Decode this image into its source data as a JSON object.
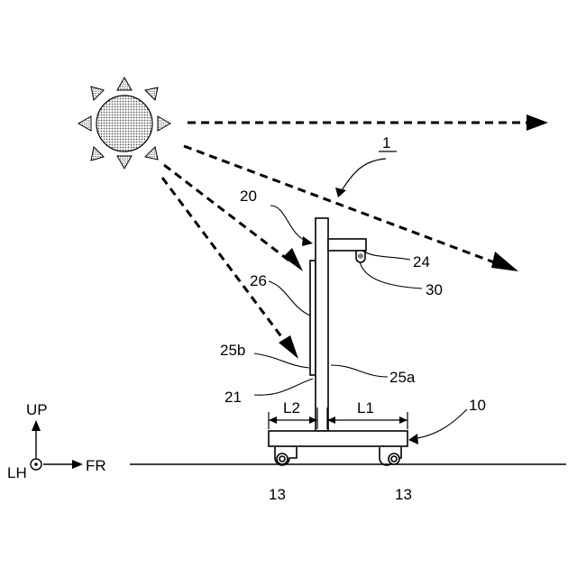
{
  "figure": {
    "labels": {
      "ref_1": "1",
      "ref_20": "20",
      "ref_24": "24",
      "ref_26": "26",
      "ref_30": "30",
      "ref_25b": "25b",
      "ref_25a": "25a",
      "ref_21": "21",
      "ref_10": "10",
      "ref_13_left": "13",
      "ref_13_right": "13",
      "dim_L2": "L2",
      "dim_L1": "L1"
    },
    "axes": {
      "up": "UP",
      "fr": "FR",
      "lh": "LH"
    },
    "icons": {
      "sun": "sun-icon",
      "wheel": "caster-wheel-icon",
      "lamp": "lamp-icon"
    },
    "colors": {
      "line": "#000000",
      "sun_fill": "#9a9a9a",
      "background": "#ffffff"
    }
  }
}
